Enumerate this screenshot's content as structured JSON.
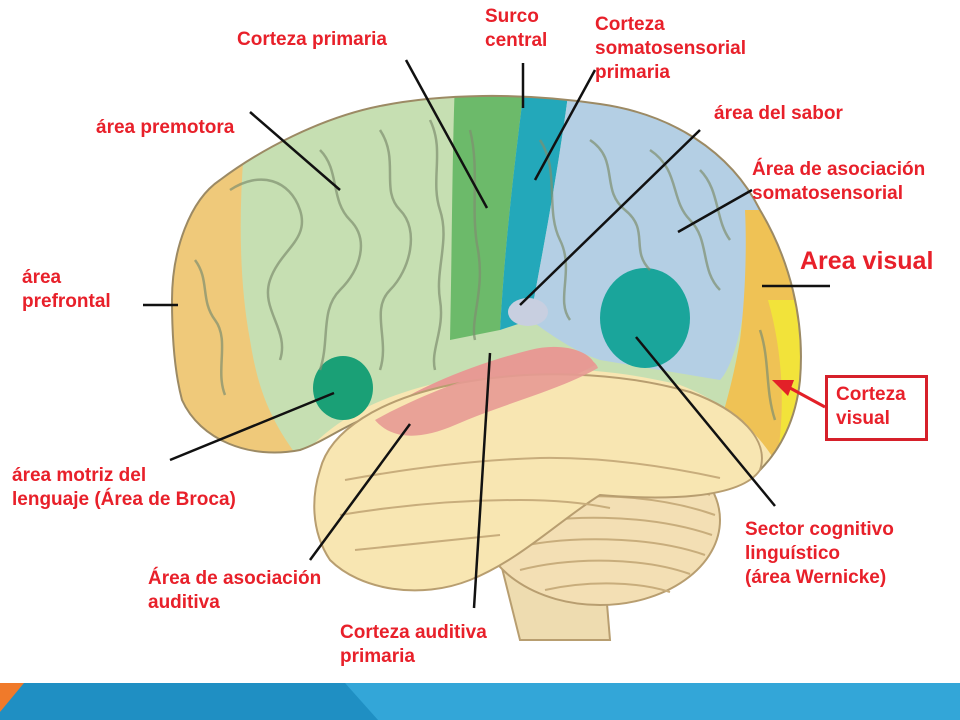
{
  "colors": {
    "label": "#e8202a",
    "prefrontal": "#efc97a",
    "premotor": "#c6dfb2",
    "primary_motor": "#6cba6a",
    "somatosensory": "#23a8ba",
    "association_somatosensory": "#b4cfe4",
    "visual": "#efc255",
    "visual_cortex": "#f2e33a",
    "temporal": "#f8e6b2",
    "auditory": "#e79a94",
    "wernicke": "#1aa59b",
    "broca": "#1aa076",
    "cerebellum": "#f3dfb4",
    "bar_orange": "#f07a2a",
    "bar_blue": "#33a6d8"
  },
  "labels": {
    "corteza_primaria": "Corteza primaria",
    "surco_central": [
      "Surco",
      "central"
    ],
    "corteza_somatosensorial_primaria": [
      "Corteza",
      "somatosensorial",
      "primaria"
    ],
    "area_premotora": "área premotora",
    "area_del_sabor": "área del sabor",
    "area_asociacion_somatosensorial": [
      "Área de asociación",
      "somatosensorial"
    ],
    "area_prefrontal": [
      "área",
      "prefrontal"
    ],
    "area_visual": "Area visual",
    "corteza_visual": [
      "Corteza",
      "visual"
    ],
    "area_motriz_lenguaje": [
      "área motriz del",
      "lenguaje (Área de Broca)"
    ],
    "sector_cognitivo": [
      "Sector cognitivo",
      "linguístico",
      "(área Wernicke)"
    ],
    "area_asociacion_auditiva": [
      "Área de asociación",
      "auditiva"
    ],
    "corteza_auditiva_primaria": [
      "Corteza auditiva",
      "primaria"
    ]
  }
}
